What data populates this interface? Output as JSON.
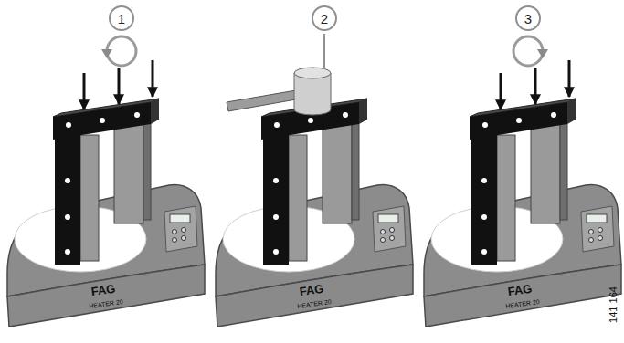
{
  "diagram": {
    "nodes": [
      {
        "text": [
          "1"
        ]
      },
      {
        "text": [
          "2"
        ]
      },
      {
        "text": [
          "3"
        ]
      }
    ],
    "labels": [
      "FAG",
      "HEATER 20",
      "FAG",
      "HEATER 20",
      "FAG",
      "HEATER 20",
      "141 164"
    ]
  }
}
